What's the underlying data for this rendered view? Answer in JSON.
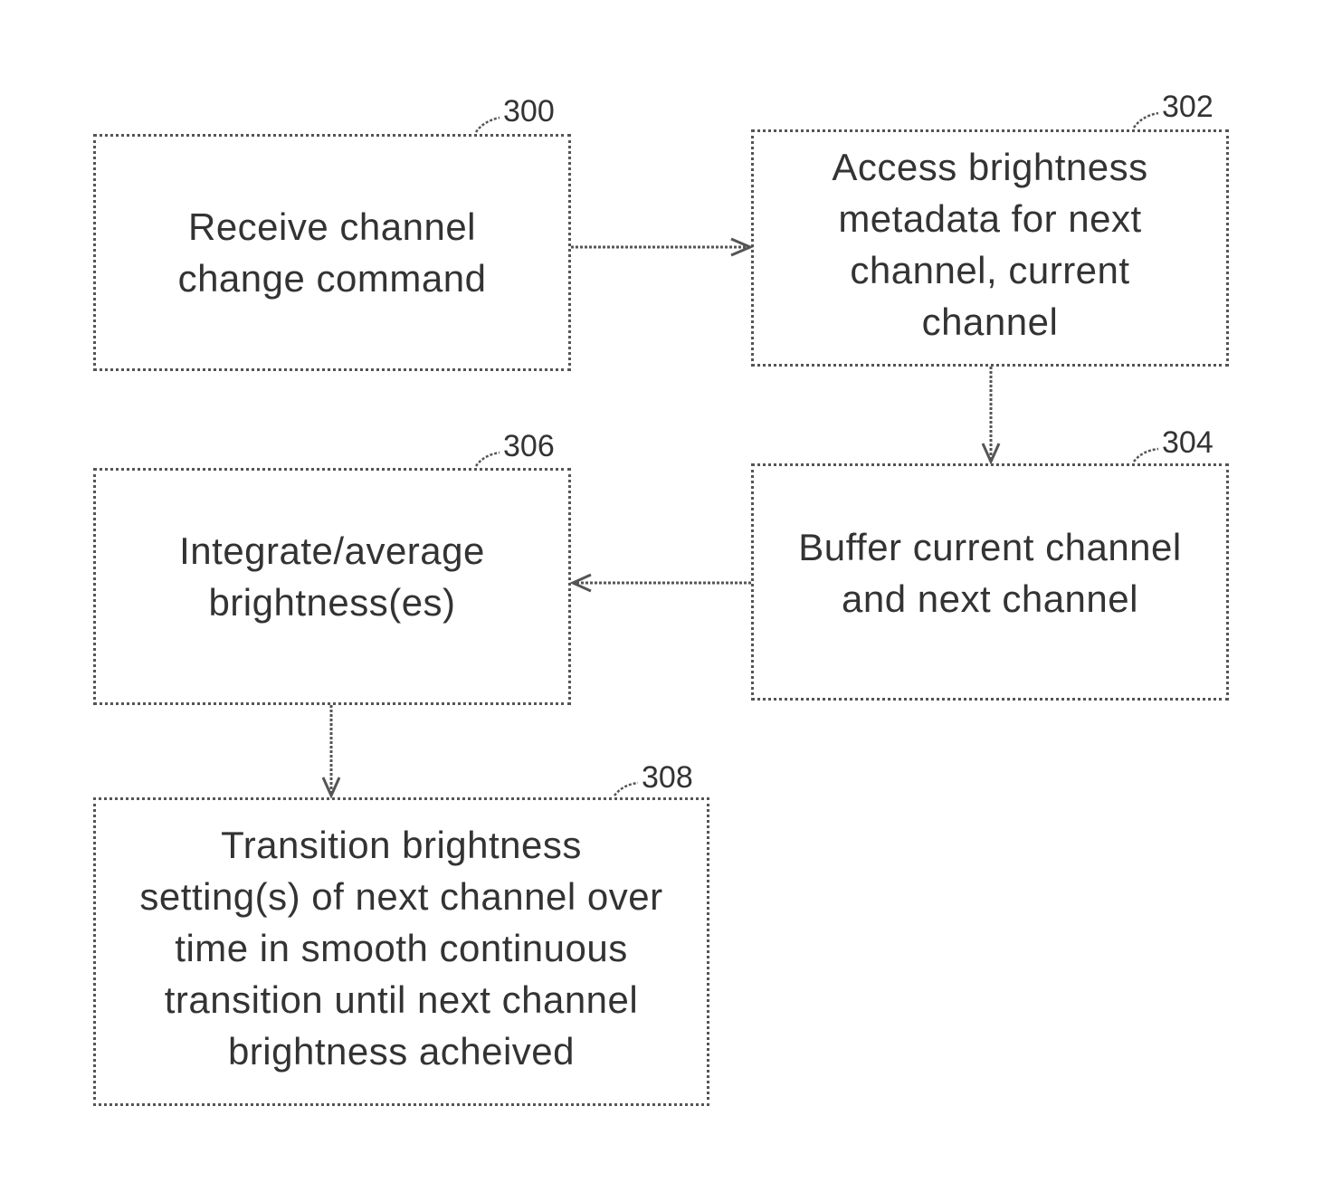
{
  "steps": {
    "s300": {
      "ref": "300",
      "text": "Receive channel\nchange command"
    },
    "s302": {
      "ref": "302",
      "text": "Access brightness\nmetadata for next\nchannel, current\nchannel"
    },
    "s304": {
      "ref": "304",
      "text": "Buffer current channel\nand next channel"
    },
    "s306": {
      "ref": "306",
      "text": "Integrate/average\nbrightness(es)"
    },
    "s308": {
      "ref": "308",
      "text": "Transition brightness\nsetting(s) of next channel over\ntime in smooth continuous\ntransition until next channel\nbrightness acheived"
    }
  },
  "flow": [
    "300",
    "302",
    "304",
    "306",
    "308"
  ],
  "colors": {
    "line": "#555555",
    "text": "#333333",
    "background": "#ffffff"
  }
}
